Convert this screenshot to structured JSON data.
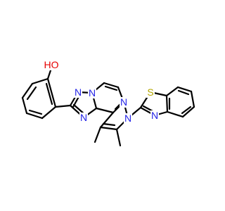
{
  "molecule": {
    "atom_labels": {
      "oh": "HO",
      "n1": "N",
      "n2": "N",
      "n3": "N",
      "n4": "N",
      "n5": "N",
      "s": "S",
      "n6": "N"
    }
  },
  "colors": {
    "bond": "#000000",
    "nitrogen": "#1f1fe6",
    "oxygen": "#e60000",
    "sulfur": "#b3a600"
  }
}
